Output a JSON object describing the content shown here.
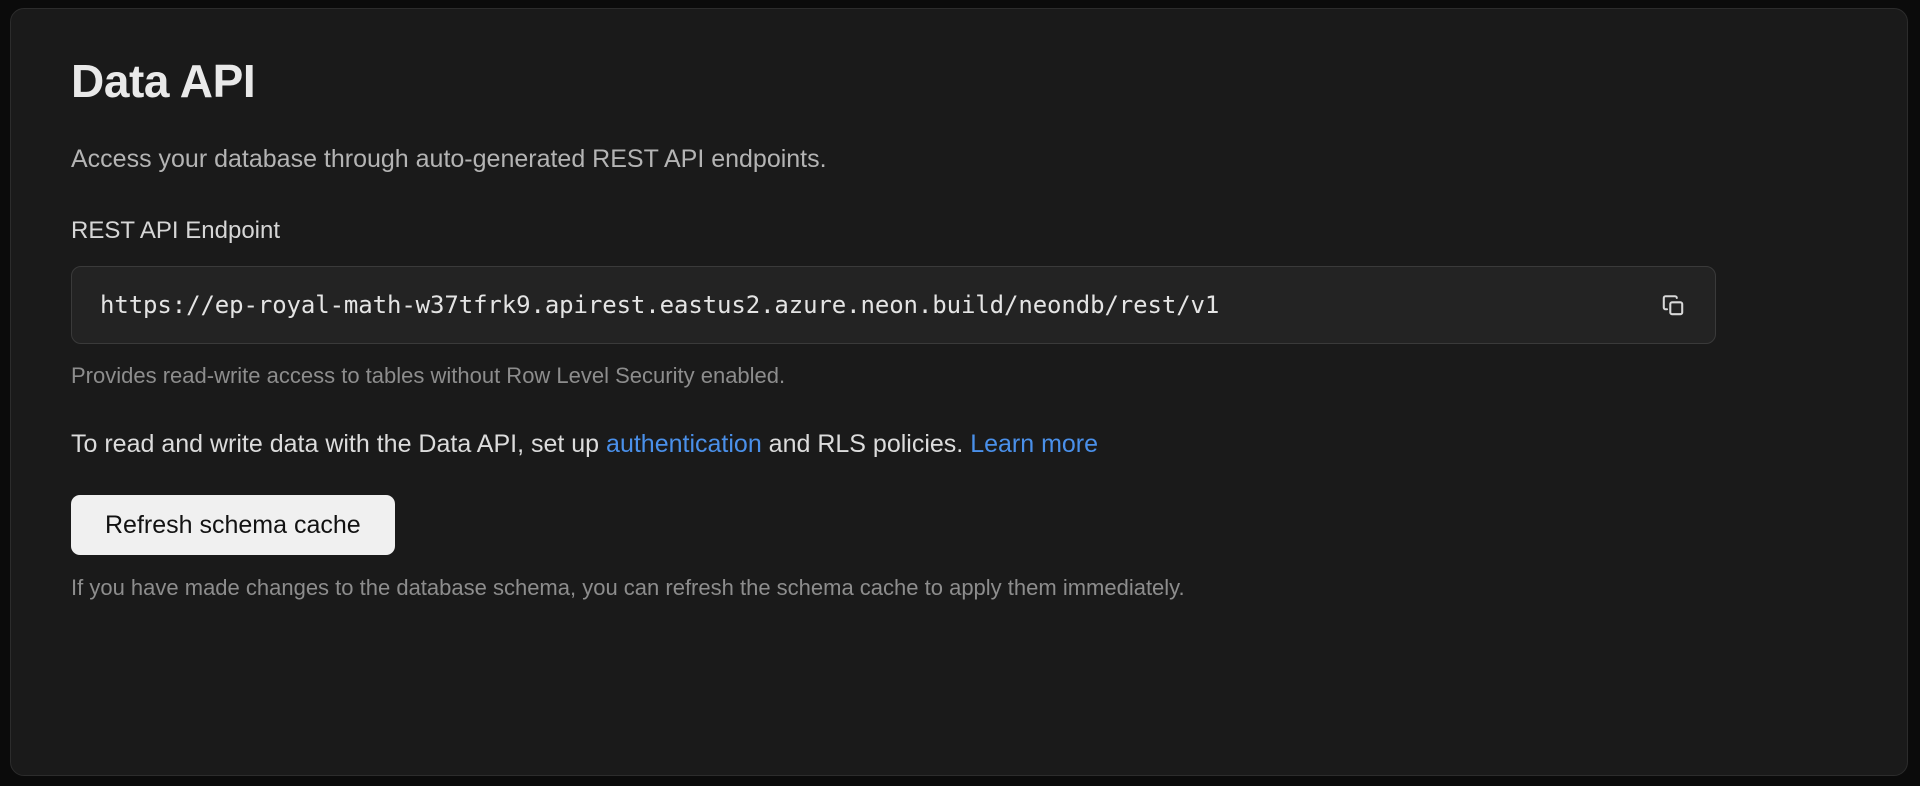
{
  "card": {
    "title": "Data API",
    "subtitle": "Access your database through auto-generated REST API endpoints.",
    "endpoint_field": {
      "label": "REST API Endpoint",
      "value": "https://ep-royal-math-w37tfrk9.apirest.eastus2.azure.neon.build/neondb/rest/v1",
      "placeholder": "https://",
      "copy_icon": "copy-icon",
      "helper_text": "Provides read-write access to tables without Row Level Security enabled."
    },
    "rls_note": {
      "prefix": "To read and write data with the Data API, set up ",
      "link_auth": "authentication",
      "middle": " and RLS policies. ",
      "link_learn_more": "Learn more"
    },
    "refresh": {
      "button_label": "Refresh schema cache",
      "footnote": "If you have made changes to the database schema, you can refresh the schema cache to apply them immediately."
    }
  },
  "colors": {
    "page_background": "#0b0b0b",
    "card_background": "#1a1a1a",
    "card_border": "#2c2c2c",
    "input_background": "#232323",
    "input_border": "#3a3a3a",
    "link_blue": "#4a90ea",
    "button_background": "#f0f0f0",
    "button_text": "#121212",
    "muted_text": "#8d8d8d",
    "body_text": "#dcdcdc",
    "title_text": "#e9e9e9"
  }
}
